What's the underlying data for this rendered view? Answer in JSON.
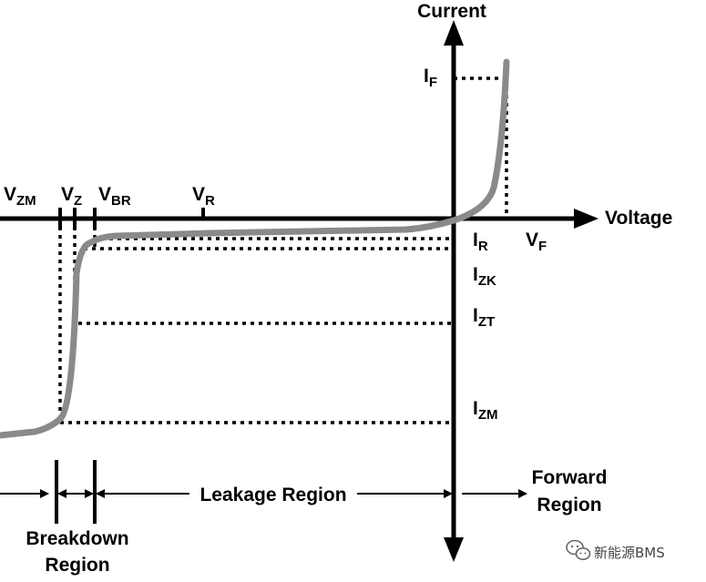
{
  "axes": {
    "y_label": "Current",
    "x_label": "Voltage"
  },
  "voltage_labels": {
    "vzm": {
      "main": "V",
      "sub": "ZM"
    },
    "vz": {
      "main": "V",
      "sub": "Z"
    },
    "vbr": {
      "main": "V",
      "sub": "BR"
    },
    "vr": {
      "main": "V",
      "sub": "R"
    },
    "vf": {
      "main": "V",
      "sub": "F"
    }
  },
  "current_labels": {
    "if": {
      "main": "I",
      "sub": "F"
    },
    "ir": {
      "main": "I",
      "sub": "R"
    },
    "izk": {
      "main": "I",
      "sub": "ZK"
    },
    "izt": {
      "main": "I",
      "sub": "ZT"
    },
    "izm": {
      "main": "I",
      "sub": "ZM"
    }
  },
  "regions": {
    "breakdown_line1": "Breakdown",
    "breakdown_line2": "Region",
    "leakage": "Leakage Region",
    "forward_line1": "Forward",
    "forward_line2": "Region"
  },
  "watermark": {
    "text": "新能源BMS",
    "icon": "wechat-icon"
  }
}
